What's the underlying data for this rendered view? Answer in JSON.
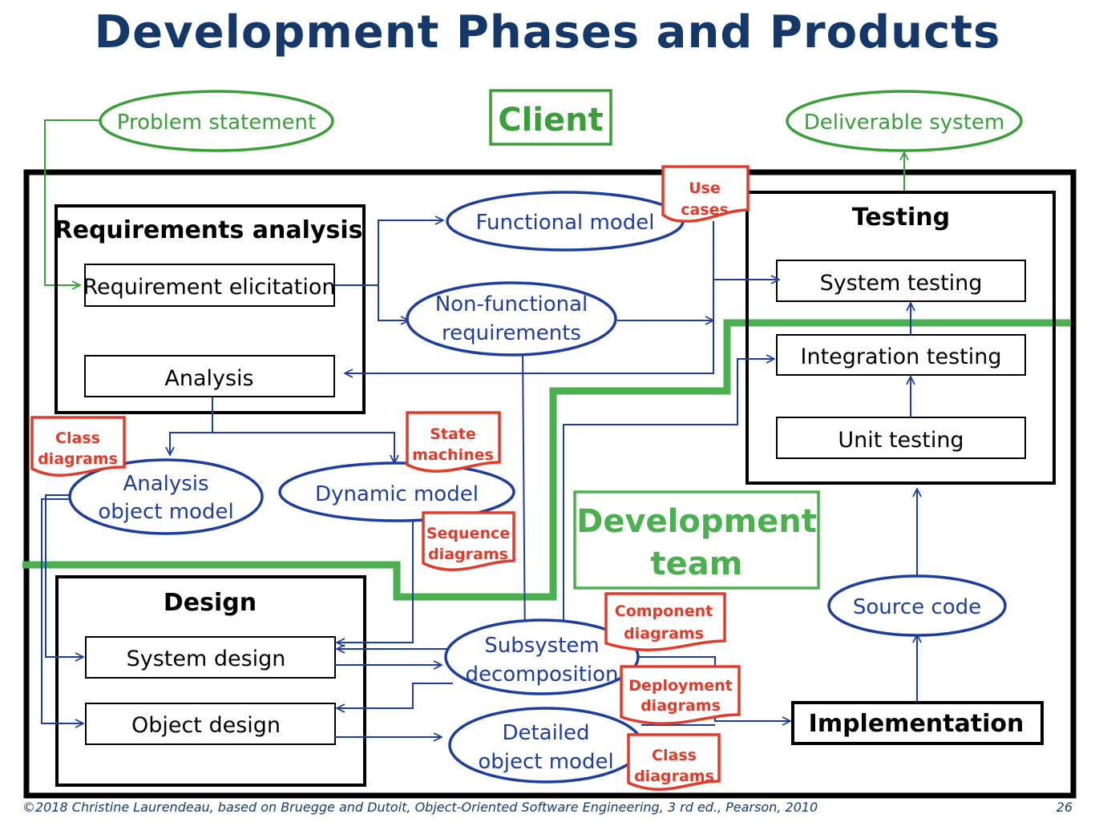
{
  "title": "Development Phases and Products",
  "client_label": "Client",
  "team_label": [
    "Development",
    "team"
  ],
  "external": {
    "problem_statement": "Problem statement",
    "deliverable_system": "Deliverable system"
  },
  "requirements_analysis": {
    "heading": "Requirements analysis",
    "requirement_elicitation": "Requirement elicitation",
    "analysis": "Analysis"
  },
  "design": {
    "heading": "Design",
    "system_design": "System design",
    "object_design": "Object design"
  },
  "testing": {
    "heading": "Testing",
    "system_testing": "System testing",
    "integration_testing": "Integration testing",
    "unit_testing": "Unit testing"
  },
  "implementation": "Implementation",
  "products": {
    "functional_model": "Functional model",
    "non_functional": [
      "Non-functional",
      "requirements"
    ],
    "analysis_object_model": [
      "Analysis",
      "object model"
    ],
    "dynamic_model": "Dynamic model",
    "subsystem_decomposition": [
      "Subsystem",
      "decomposition"
    ],
    "detailed_object_model": [
      "Detailed",
      "object model"
    ],
    "source_code": "Source code"
  },
  "documents": {
    "use_cases": [
      "Use",
      "cases"
    ],
    "class_diagrams_1": [
      "Class",
      "diagrams"
    ],
    "state_machines": [
      "State",
      "machines"
    ],
    "sequence_diagrams": [
      "Sequence",
      "diagrams"
    ],
    "component_diagrams": [
      "Component",
      "diagrams"
    ],
    "deployment_diagrams": [
      "Deployment",
      "diagrams"
    ],
    "class_diagrams_2": [
      "Class",
      "diagrams"
    ]
  },
  "colors": {
    "title": "#15386b",
    "product_blue": "#1d3e9e",
    "external_green": "#3a9e3a",
    "document_red": "#e23b2a",
    "boundary_green": "#4caf50"
  },
  "footer": {
    "credit": "©2018 Christine Laurendeau, based on Bruegge and Dutoit, Object-Oriented Software Engineering, 3 rd ed., Pearson, 2010",
    "page": "26"
  }
}
